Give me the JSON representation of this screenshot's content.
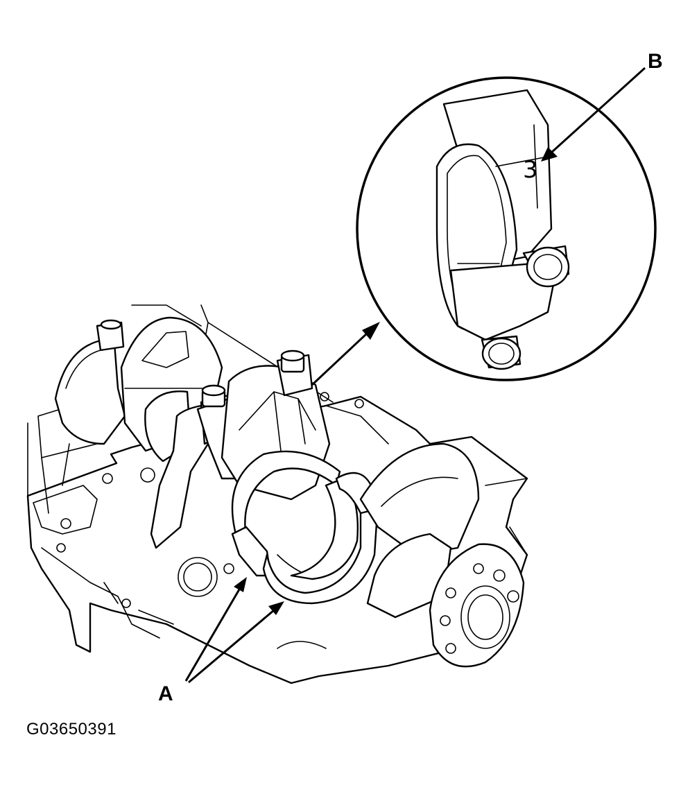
{
  "figure": {
    "id": "G03650391",
    "callouts": {
      "a": "A",
      "b": "B"
    },
    "detail_mark": "3"
  }
}
